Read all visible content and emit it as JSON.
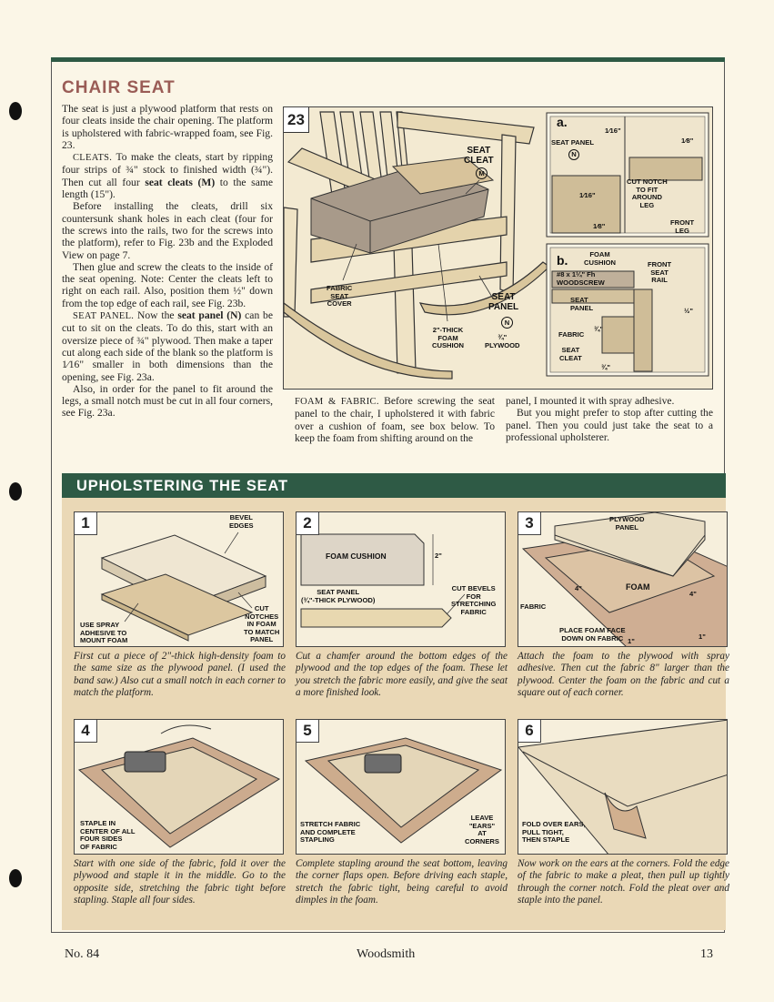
{
  "section_title": "CHAIR SEAT",
  "intro": "The seat is just a plywood platform that rests on four cleats inside the chair opening. The platform is upholstered with fabric-wrapped foam, see Fig. 23.",
  "cleats_head": "CLEATS.",
  "cleats_text_1": " To make the cleats, start by ripping four strips of ¾\" stock to finished width (¾\"). Then cut all four ",
  "cleats_bold": "seat cleats (M)",
  "cleats_text_2": " to the same length (15\").",
  "para_drill": "Before installing the cleats, drill six countersunk shank holes in each cleat (four for the screws into the rails, two for the screws into the platform), refer to Fig. 23b and the Exploded View on page 7.",
  "para_glue": "Then glue and screw the cleats to the inside of the seat opening. Note: Center the cleats left to right on each rail. Also, position them ½\" down from the top edge of each rail, see Fig. 23b.",
  "panel_head": "SEAT PANEL.",
  "panel_text_1": " Now the ",
  "panel_bold": "seat panel (N)",
  "panel_text_2": " can be cut to sit on the cleats. To do this, start with an oversize piece of ¾\" plywood. Then make a taper cut along each side of the blank so the platform is 1⁄16\" smaller in both dimensions than the opening, see Fig. 23a.",
  "para_notch": "Also, in order for the panel to fit around the legs, a small notch must be cut in all four corners, see Fig. 23a.",
  "foam_head": "FOAM & FABRIC.",
  "foam_text": " Before screwing the seat panel to the chair, I upholstered it with fabric over a cushion of foam, see box below. To keep the foam from shifting around on the",
  "col3_p1": "panel, I mounted it with spray adhesive.",
  "col3_p2": "But you might prefer to stop after cutting the panel. Then you could just take the seat to a professional upholsterer.",
  "figure23": {
    "number": "23",
    "labels": {
      "seat_cleat": "SEAT\nCLEAT",
      "m": "M",
      "fabric_seat_cover": "FABRIC\nSEAT\nCOVER",
      "seat_panel": "SEAT\nPANEL",
      "n": "N",
      "foam": "2\"-THICK\nFOAM\nCUSHION",
      "plywood": "¾\"\nPLYWOOD"
    },
    "detail_a": {
      "letter": "a.",
      "seat_panel": "SEAT PANEL",
      "n": "N",
      "d1": "1⁄16\"",
      "d2": "1⁄8\"",
      "d3": "1⁄16\"",
      "d4": "1⁄8\"",
      "notch": "CUT NOTCH\nTO FIT\nAROUND\nLEG",
      "front_leg": "FRONT\nLEG"
    },
    "detail_b": {
      "letter": "b.",
      "foam": "FOAM\nCUSHION",
      "screw": "#8 x 1¼\" Fh\nWOODSCREW",
      "seat_panel": "SEAT\nPANEL",
      "fabric": "FABRIC",
      "cleat": "SEAT\nCLEAT",
      "d34a": "¾\"",
      "d34b": "¾\"",
      "d12": "½\"",
      "rail": "FRONT\nSEAT\nRAIL"
    }
  },
  "upholstering": {
    "title": "UPHOLSTERING THE SEAT",
    "steps": [
      {
        "num": "1",
        "caption": "First cut a piece of 2\"-thick high-density foam to the same size as the plywood panel. (I used the band saw.) Also cut a small notch in each corner to match the platform.",
        "labels": {
          "bevel": "BEVEL\nEDGES",
          "spray": "USE SPRAY\nADHESIVE TO\nMOUNT FOAM",
          "notches": "CUT\nNOTCHES\nIN FOAM\nTO MATCH\nPANEL"
        }
      },
      {
        "num": "2",
        "caption": "Cut a chamfer around the bottom edges of the plywood and the top edges of the foam. These let you stretch the fabric more easily, and give the seat a more finished look.",
        "labels": {
          "foam": "FOAM CUSHION",
          "two": "2\"",
          "panel": "SEAT PANEL\n(¾\"-THICK PLYWOOD)",
          "bevels": "CUT BEVELS\nFOR\nSTRETCHING\nFABRIC"
        }
      },
      {
        "num": "3",
        "caption": "Attach the foam to the plywood with spray adhesive. Then cut the fabric 8\" larger than the plywood. Center the foam on the fabric and cut a square out of each corner.",
        "labels": {
          "ply": "PLYWOOD\nPANEL",
          "foam": "FOAM",
          "four_a": "4\"",
          "four_b": "4\"",
          "fabric": "FABRIC",
          "place": "PLACE FOAM FACE\nDOWN ON FABRIC",
          "one_a": "1\"",
          "one_b": "1\""
        }
      },
      {
        "num": "4",
        "caption": "Start with one side of the fabric, fold it over the plywood and staple it in the middle. Go to the opposite side, stretching the fabric tight before stapling. Staple all four sides.",
        "labels": {
          "staple": "STAPLE IN\nCENTER OF ALL\nFOUR SIDES\nOF FABRIC"
        }
      },
      {
        "num": "5",
        "caption": "Complete stapling around the seat bottom, leaving the corner flaps open. Before driving each staple, stretch the fabric tight, being careful to avoid dimples in the foam.",
        "labels": {
          "stretch": "STRETCH FABRIC\nAND COMPLETE\nSTAPLING",
          "ears": "LEAVE\n\"EARS\"\nAT\nCORNERS"
        }
      },
      {
        "num": "6",
        "caption": "Now work on the ears at the corners. Fold the edge of the fabric to make a pleat, then pull up tightly through the corner notch. Fold the pleat over and staple into the panel.",
        "labels": {
          "fold": "FOLD OVER EARS,\nPULL TIGHT,\nTHEN STAPLE"
        }
      }
    ]
  },
  "footer": {
    "left": "No. 84",
    "center": "Woodsmith",
    "right": "13"
  },
  "colors": {
    "heading": "#9a5c56",
    "green_bar": "#2e5a45",
    "box_bg": "#ead8b6",
    "paper": "#fbf6e7"
  }
}
